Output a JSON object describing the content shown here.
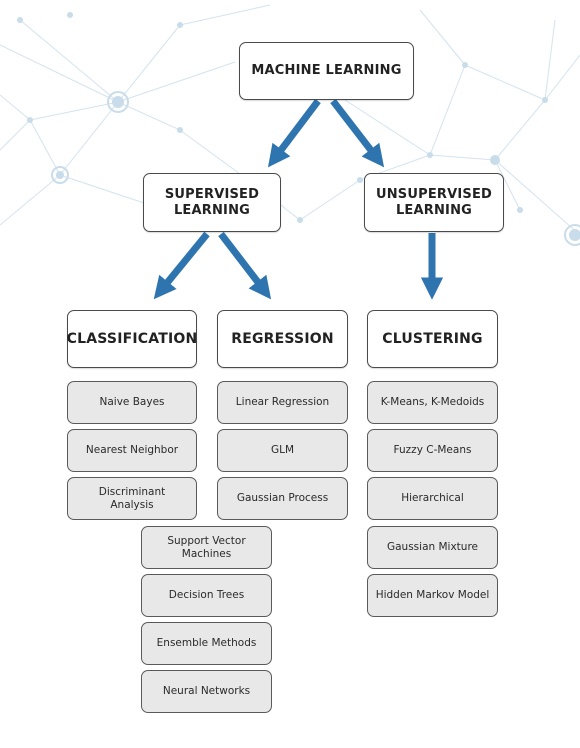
{
  "root": "MACHINE LEARNING",
  "branches": {
    "supervised": "SUPERVISED\nLEARNING",
    "unsupervised": "UNSUPERVISED\nLEARNING"
  },
  "categories": {
    "classification": "CLASSIFICATION",
    "regression": "REGRESSION",
    "clustering": "CLUSTERING"
  },
  "classification_methods": [
    "Naive Bayes",
    "Nearest Neighbor",
    "Discriminant\nAnalysis"
  ],
  "regression_methods": [
    "Linear Regression",
    "GLM",
    "Gaussian Process"
  ],
  "shared_methods": [
    "Support Vector\nMachines",
    "Decision Trees",
    "Ensemble Methods",
    "Neural Networks"
  ],
  "clustering_methods": [
    "K-Means, K-Medoids",
    "Fuzzy C-Means",
    "Hierarchical",
    "Gaussian Mixture",
    "Hidden Markov Model"
  ],
  "colors": {
    "arrow": "#2e75b0",
    "network": "#c9dcea",
    "leaf_fill": "#e8e8e8"
  }
}
